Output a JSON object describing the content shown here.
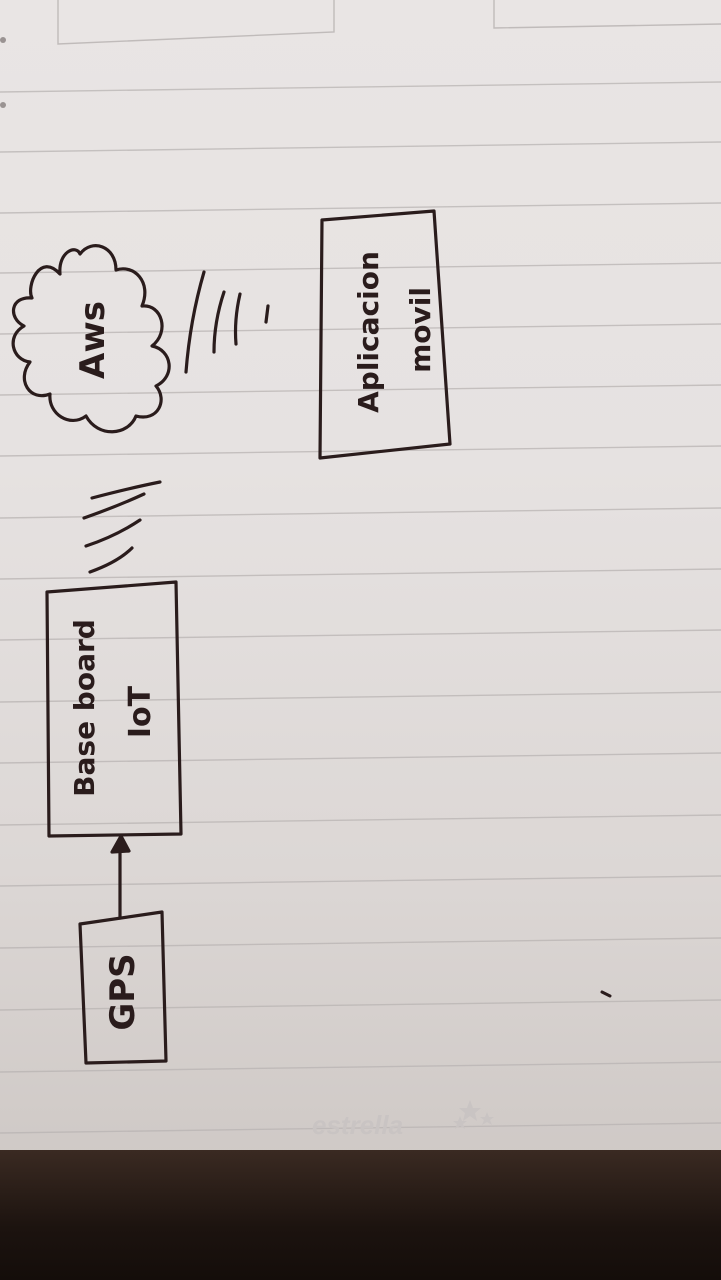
{
  "diagram": {
    "nodes": {
      "gps": {
        "label": "GPS"
      },
      "base_board": {
        "line1": "Base board",
        "line2": "IoT"
      },
      "aws": {
        "label": "Aws"
      },
      "mobile_app": {
        "line1": "Aplicacion",
        "line2": "movil"
      }
    },
    "edges": [
      {
        "from": "gps",
        "to": "base_board",
        "style": "arrow"
      },
      {
        "from": "base_board",
        "to": "aws",
        "style": "wireless"
      },
      {
        "from": "aws",
        "to": "mobile_app",
        "style": "wireless"
      }
    ]
  },
  "notebook": {
    "brand": "estrella"
  },
  "colors": {
    "ink": "#2a1c1c",
    "paper": "#e7e3e2",
    "rule_line": "#b9b4b3"
  }
}
